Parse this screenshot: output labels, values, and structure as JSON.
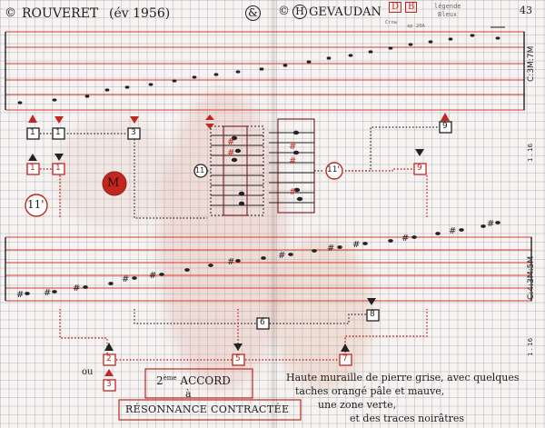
{
  "header": {
    "left_mark": "©",
    "left_name": "ROUVERET",
    "year": "(év 1956)",
    "circle_left": "&",
    "right_mark": "©",
    "circle_right": "H",
    "right_name": "GEVAUDAN",
    "legend_d": "D",
    "legend_b": "B",
    "legend_under_1": "Crow",
    "legend_under_2": "ap 20A",
    "legend_title": "légende",
    "legend_sub": "Bleux",
    "page_number": "43"
  },
  "margins": {
    "top_signature": "C:3M:7M",
    "upper_ref": "1 . 16",
    "bottom_signature": "C:4:3M:5M",
    "lower_ref": "1 . 16"
  },
  "boxes": {
    "b1": "1",
    "b2": "2",
    "b3": "3",
    "b5": "5",
    "b6": "6",
    "b7": "7",
    "b8": "8",
    "b9": "9"
  },
  "circles": {
    "center": "11",
    "right": "11'",
    "prime": "11'",
    "m": "M"
  },
  "annotations": {
    "ou": "ou",
    "accord_number": "2",
    "accord_suffix": "ème",
    "accord_word": "ACCORD",
    "a": "à",
    "resonance": "RÉSONNANCE CONTRACTÉE"
  },
  "description": {
    "line1": "Haute muraille de pierre grise, avec quelques",
    "line2": "taches orangé pâle et mauve,",
    "line3": "une zone verte,",
    "line4": "et des traces noirâtres"
  }
}
